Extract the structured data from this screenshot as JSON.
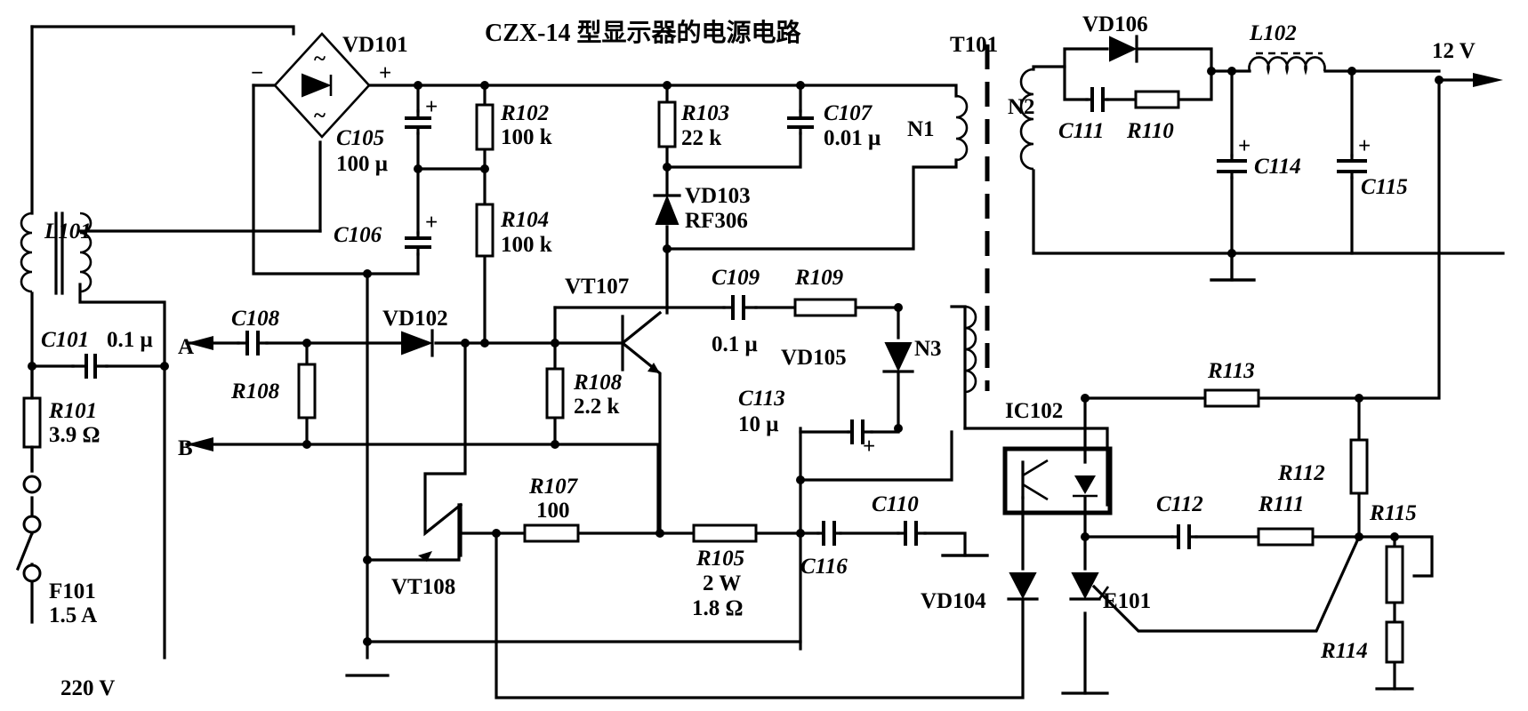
{
  "title": "CZX-14 型显示器的电源电路",
  "input_voltage": "220 V",
  "output_voltage": "12 V",
  "terminals": {
    "a": "A",
    "b": "B"
  },
  "plus_sign": "+",
  "minus_sign": "−",
  "tilde": "~",
  "components": {
    "vd101": "VD101",
    "vd102": "VD102",
    "vd103": "VD103",
    "vd103_type": "RF306",
    "vd104": "VD104",
    "vd105": "VD105",
    "vd106": "VD106",
    "e101": "E101",
    "vt107": "VT107",
    "vt108": "VT108",
    "ic102": "IC102",
    "t101": "T101",
    "n1": "N1",
    "n2": "N2",
    "n3": "N3",
    "l101": "L101",
    "l102": "L102",
    "f101": "F101",
    "f101_value": "1.5 A",
    "r101": "R101",
    "r101_value": "3.9 Ω",
    "r102": "R102",
    "r102_value": "100 k",
    "r103": "R103",
    "r103_value": "22 k",
    "r104": "R104",
    "r104_value": "100 k",
    "r105": "R105",
    "r105_power": "2 W",
    "r105_value": "1.8 Ω",
    "r107": "R107",
    "r107_value": "100",
    "r108a": "R108",
    "r108b": "R108",
    "r108b_value": "2.2 k",
    "r109": "R109",
    "r110": "R110",
    "r111": "R111",
    "r112": "R112",
    "r113": "R113",
    "r114": "R114",
    "r115": "R115",
    "c101": "C101",
    "c101_value": "0.1 μ",
    "c105": "C105",
    "c105_value": "100 μ",
    "c106": "C106",
    "c107": "C107",
    "c107_value": "0.01 μ",
    "c108": "C108",
    "c109": "C109",
    "c109_value": "0.1 μ",
    "c110": "C110",
    "c111": "C111",
    "c112": "C112",
    "c113": "C113",
    "c113_value": "10 μ",
    "c114": "C114",
    "c115": "C115",
    "c116": "C116"
  }
}
